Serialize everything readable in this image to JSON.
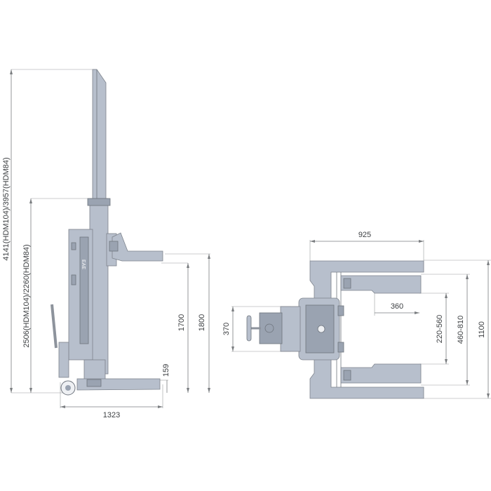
{
  "brand": {
    "logo_text": "EAE"
  },
  "side_view": {
    "height_total": "4141(HDM104)/3957(HDM84)",
    "height_column": "2506(HDM104)/2260(HDM84)",
    "height_1700": "1700",
    "height_1800": "1800",
    "height_159": "159",
    "length_1323": "1323"
  },
  "top_view": {
    "width_925": "925",
    "width_360": "360",
    "depth_370": "370",
    "range_220_560": "220-560",
    "range_460_810": "460-810",
    "width_1100": "1100"
  }
}
